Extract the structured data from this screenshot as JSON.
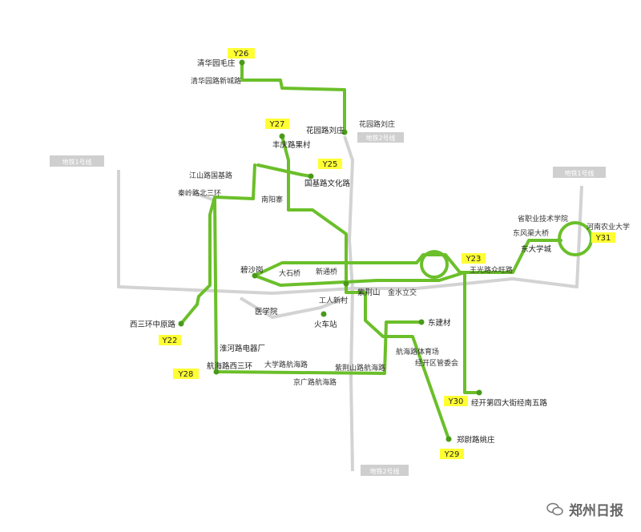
{
  "metro_lines": {
    "line1_west": "地铁1号线",
    "line1_east": "地铁1号线",
    "line2_north": "地铁2号线",
    "line2_south": "地铁2号线"
  },
  "routes": {
    "y22": "Y22",
    "y23": "Y23",
    "y25": "Y25",
    "y26": "Y26",
    "y27": "Y27",
    "y28": "Y28",
    "y29": "Y29",
    "y30": "Y30",
    "y31": "Y31"
  },
  "stops": {
    "qinghuayuan_maozhuang": "清华园毛庄",
    "qinghuayuanlu_xinchenglu": "清华园路新城路",
    "huayuanlu_liuzhuang": "花园路刘庄",
    "huayuanlu_liuzhuang_2": "花园路刘庄",
    "fengqing_guocun": "丰庆路果村",
    "jiangshanlu_guojilu": "江山路国基路",
    "qinling_beisanhuan": "秦岭路北三环",
    "nanyangzhai": "南阳寨",
    "guojilu_wenhualu": "国基路文化路",
    "biishagang": "碧沙岗",
    "dashiqiao": "大石桥",
    "xintongqiao": "新通桥",
    "zijingshan": "紫荆山",
    "jinshuilijiao": "金水立交",
    "yixueyuan": "医学院",
    "gongrenxincun": "工人新村",
    "huochezhan": "火车站",
    "xisanhuan_zhongyuanlu": "西三环中原路",
    "huaiheluduanchang": "淮河路电器厂",
    "hanghailu_xisanhuan": "航海路西三环",
    "daxuelu_hanghailu": "大学路航海路",
    "zijingshanlu_hanghailu": "紫荆山路航海路",
    "jingguanglu_hanghailu": "京广路航海路",
    "dongjiancai": "东建材",
    "hanghailu_tiyuchang": "航海路体育场",
    "jingkai_guanweihui": "经开区管委会",
    "jingkai_disidajie": "经开第四大街经南五路",
    "zhengweilu_yaozhuang": "郑尉路姚庄",
    "wangguanglu_zhenglu": "王光路众旺路",
    "youzhiye_jishu": "省职业技术学院",
    "dongfengqu_daqiao": "东风渠大桥",
    "dongdaxuecheng": "东大学城",
    "henan_nongye_daxue": "河南农业大学"
  },
  "watermark": {
    "text": "郑州日报"
  },
  "colors": {
    "route": "#6bbf2a",
    "stop": "#4a9a1a",
    "badge": "#ffff33",
    "road": "#d3d3d3"
  }
}
